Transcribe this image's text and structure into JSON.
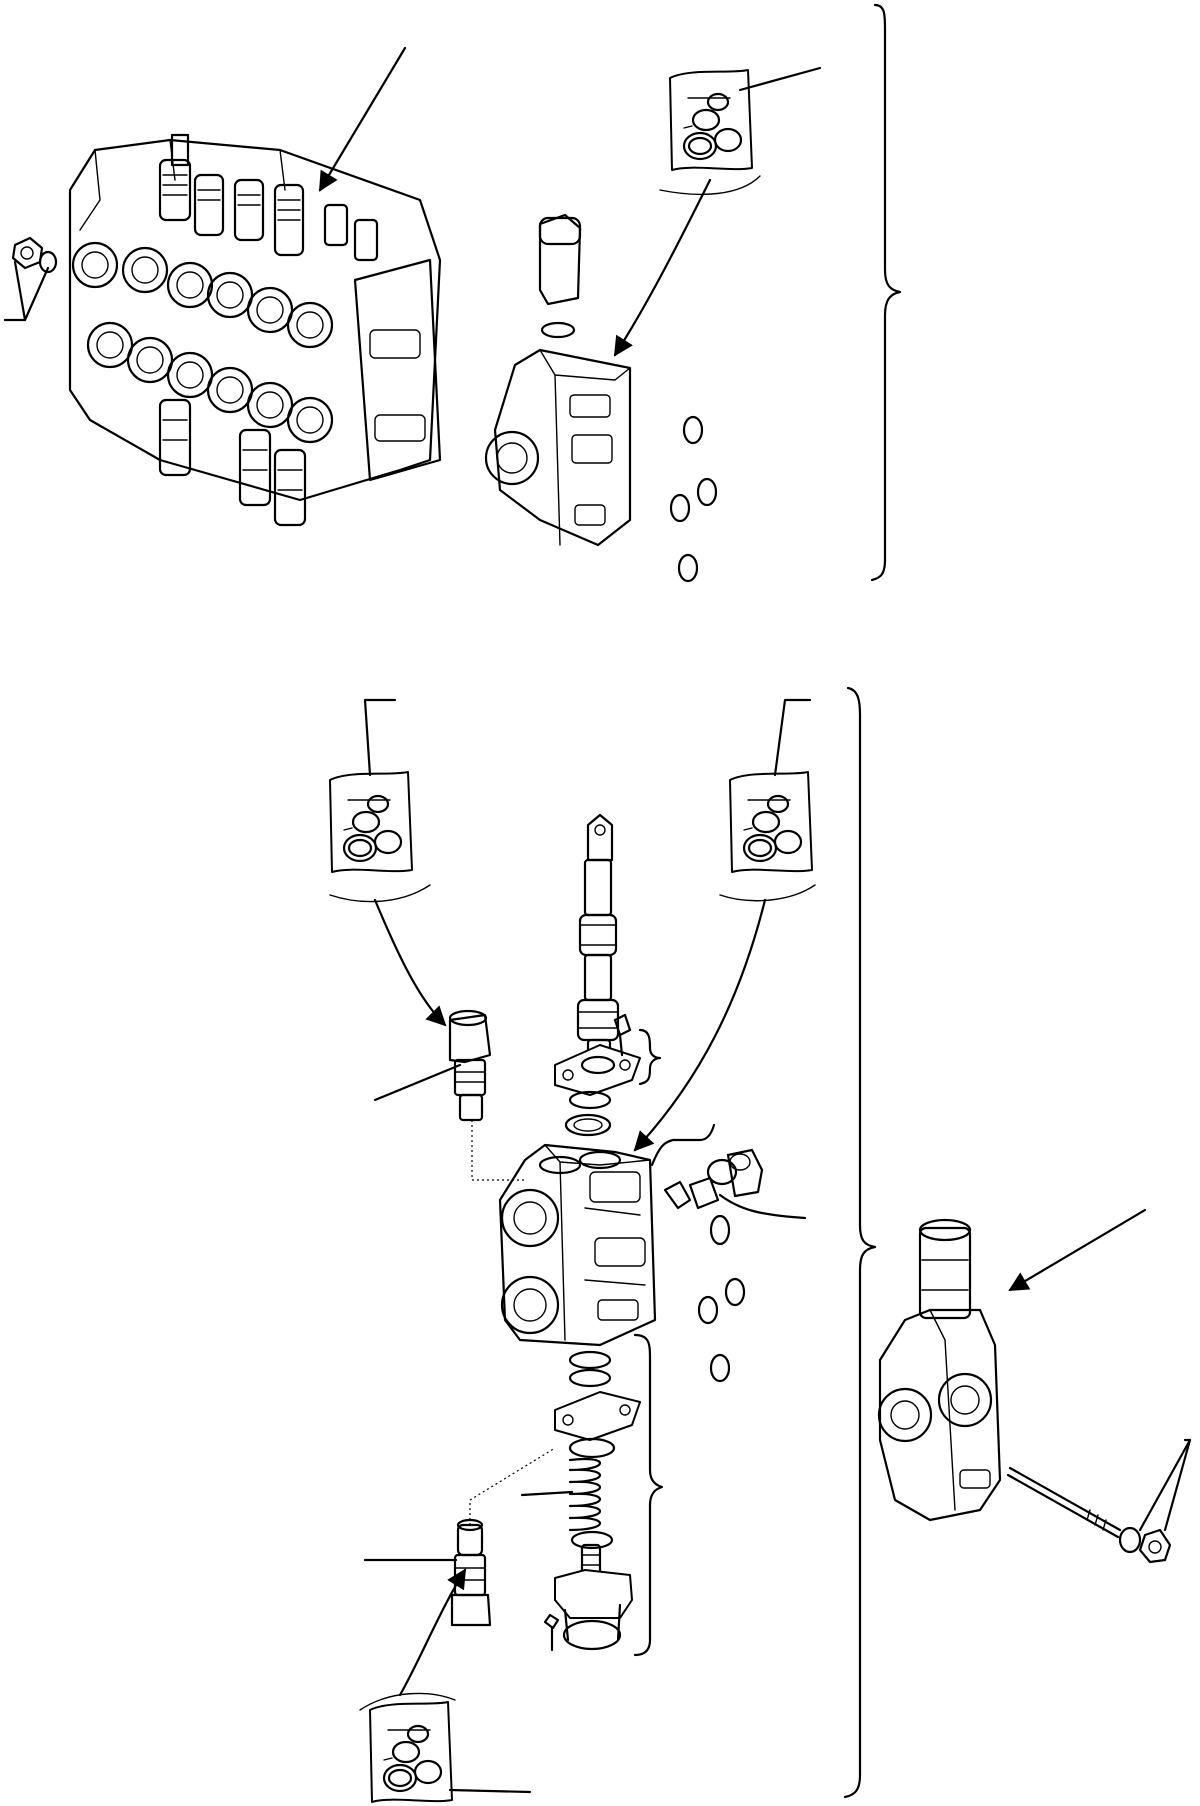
{
  "figure": {
    "description_labels": [],
    "kits": [
      {
        "id": "seal-kit-1"
      },
      {
        "id": "seal-kit-2"
      },
      {
        "id": "seal-kit-3"
      },
      {
        "id": "seal-kit-4"
      }
    ]
  }
}
